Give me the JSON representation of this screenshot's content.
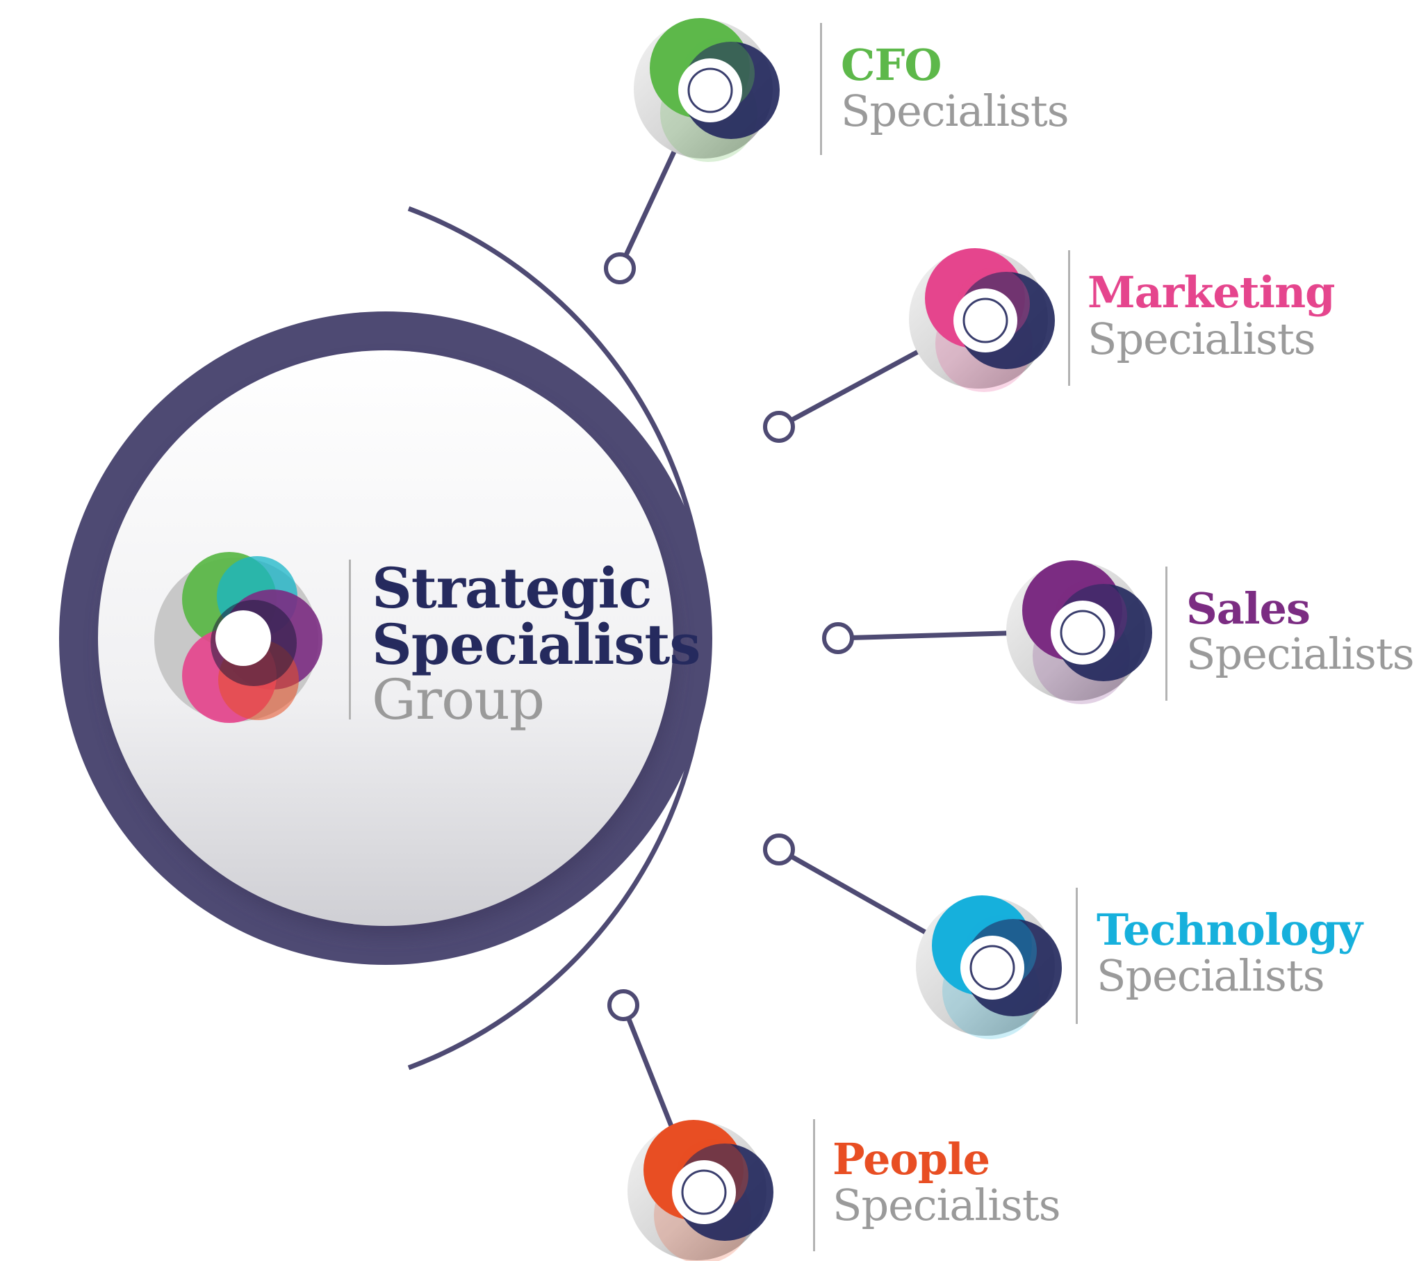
{
  "center": {
    "line1": "Strategic",
    "line2": "Specialists",
    "line3": "Group",
    "title_color": "#252a5e",
    "sub_color": "#9a9a9a",
    "ring_color": "#4e4a73"
  },
  "branches": [
    {
      "key": "cfo",
      "title": "CFO",
      "subtitle": "Specialists",
      "color": "#5db84a"
    },
    {
      "key": "marketing",
      "title": "Marketing",
      "subtitle": "Specialists",
      "color": "#e5458d"
    },
    {
      "key": "sales",
      "title": "Sales",
      "subtitle": "Specialists",
      "color": "#7b2c82"
    },
    {
      "key": "technology",
      "title": "Technology",
      "subtitle": "Specialists",
      "color": "#16b0dc"
    },
    {
      "key": "people",
      "title": "People",
      "subtitle": "Specialists",
      "color": "#e84e23"
    }
  ],
  "icons": [
    "overlapping-circles-logo-icon"
  ]
}
